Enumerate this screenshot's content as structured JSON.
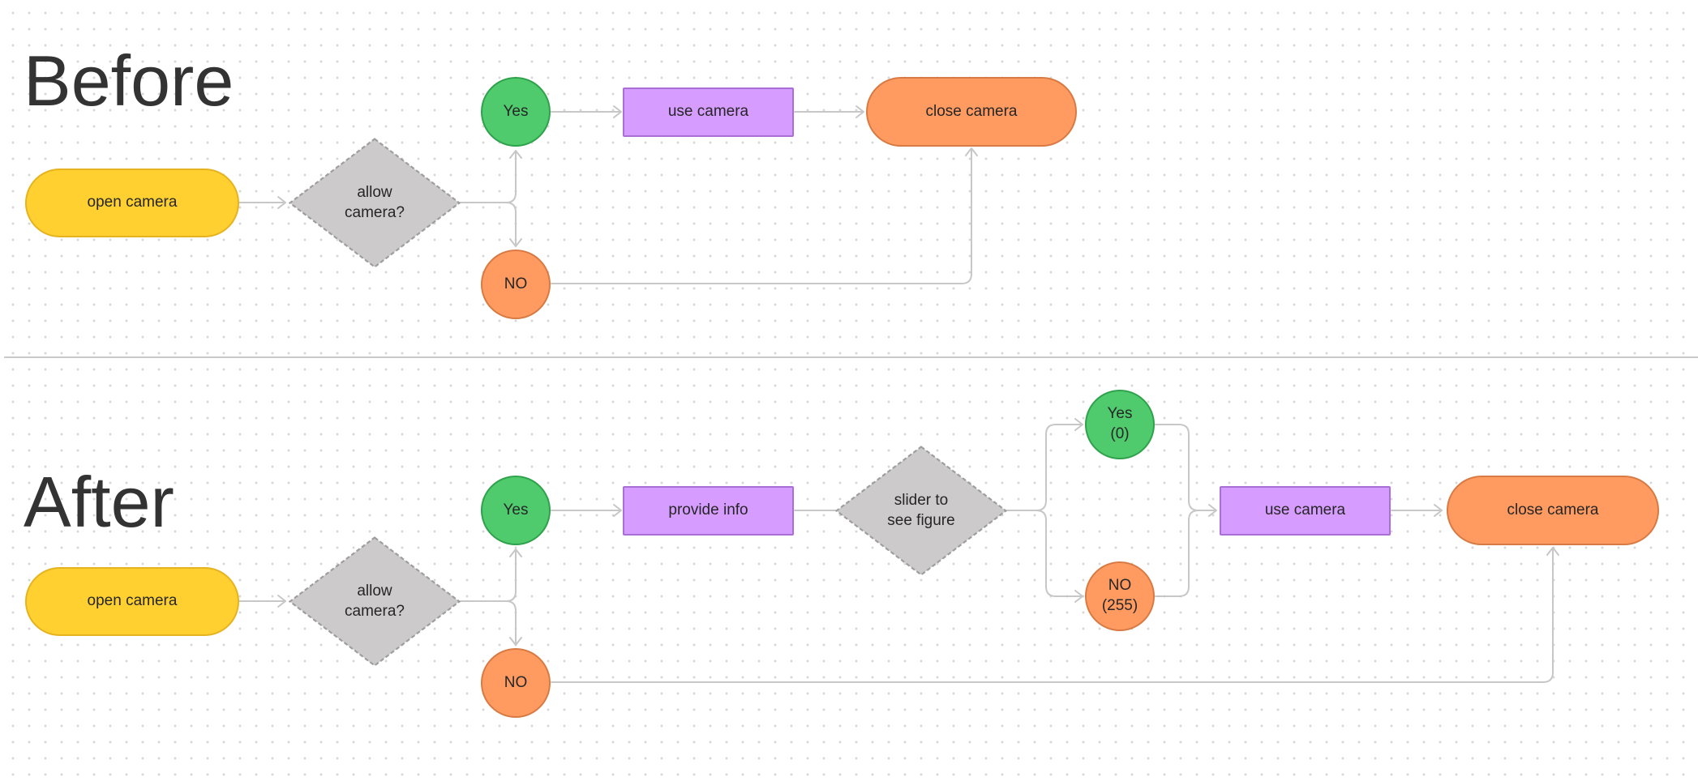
{
  "sections": {
    "before": {
      "title": "Before",
      "open_camera": "open camera",
      "allow_camera": "allow\ncamera?",
      "yes": "Yes",
      "no": "NO",
      "use_camera": "use camera",
      "close_camera": "close camera"
    },
    "after": {
      "title": "After",
      "open_camera": "open camera",
      "allow_camera": "allow\ncamera?",
      "yes": "Yes",
      "no": "NO",
      "provide_info": "provide info",
      "slider_decision": "slider to\nsee figure",
      "slider_yes": "Yes\n(0)",
      "slider_no": "NO\n(255)",
      "use_camera": "use camera",
      "close_camera": "close camera"
    }
  },
  "colors": {
    "start_node": "#ffd02f",
    "decision_node": "#cccacb",
    "yes_node": "#4fcb6e",
    "no_node": "#ff9b61",
    "process_node": "#d69cff",
    "end_node": "#ff9b61",
    "connector": "#c7c7c7",
    "divider": "#c9c9c9"
  }
}
